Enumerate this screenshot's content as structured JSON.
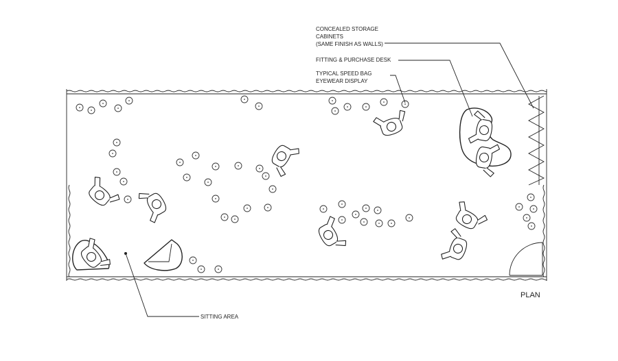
{
  "plan_title": "PLAN",
  "labels": {
    "storage": [
      "CONCEALED STORAGE",
      "CABINETS",
      "(SAME FINISH AS WALLS)"
    ],
    "desk": "FITTING & PURCHASE DESK",
    "display": [
      "TYPICAL SPEED BAG",
      "EYEWEAR DISPLAY"
    ],
    "sitting": "SITTING AREA"
  }
}
